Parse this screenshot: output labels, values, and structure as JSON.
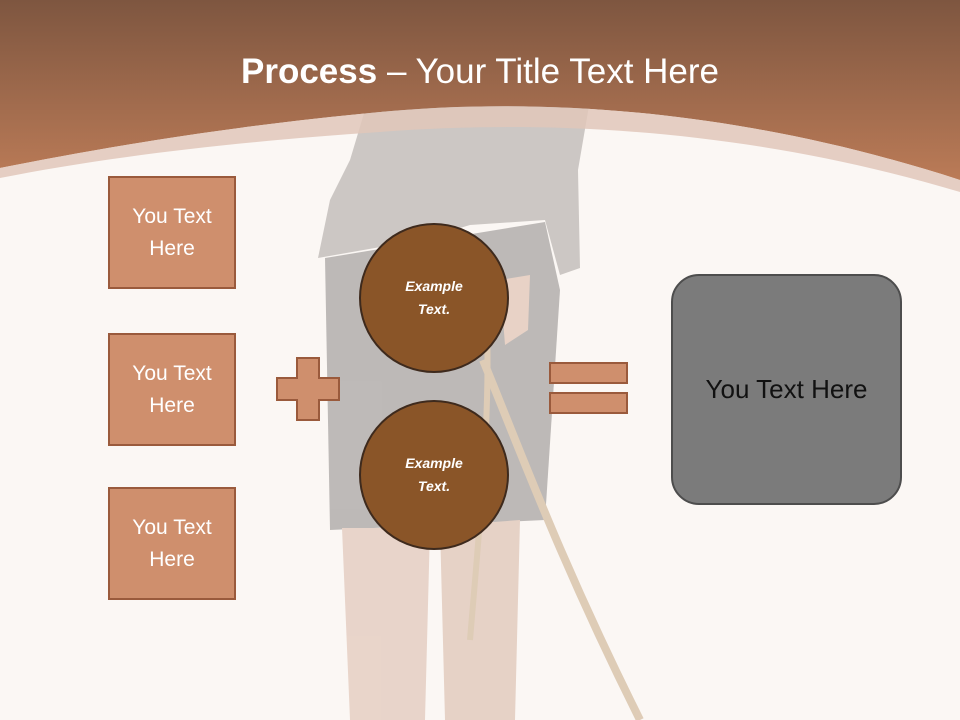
{
  "title": {
    "bold": "Process",
    "rest": " – Your Title Text Here"
  },
  "left_boxes": [
    {
      "label": "You Text Here"
    },
    {
      "label": "You Text Here"
    },
    {
      "label": "You Text Here"
    }
  ],
  "circles": [
    {
      "label": "Example Text."
    },
    {
      "label": "Example Text."
    }
  ],
  "result": {
    "label": "You Text Here"
  },
  "colors": {
    "header": "#b06f49",
    "box_fill": "#cf8f6d",
    "box_border": "#9a5a3c",
    "circle_fill": "#8a5528",
    "result_fill": "#7b7b7b",
    "background": "#fbf7f4"
  }
}
